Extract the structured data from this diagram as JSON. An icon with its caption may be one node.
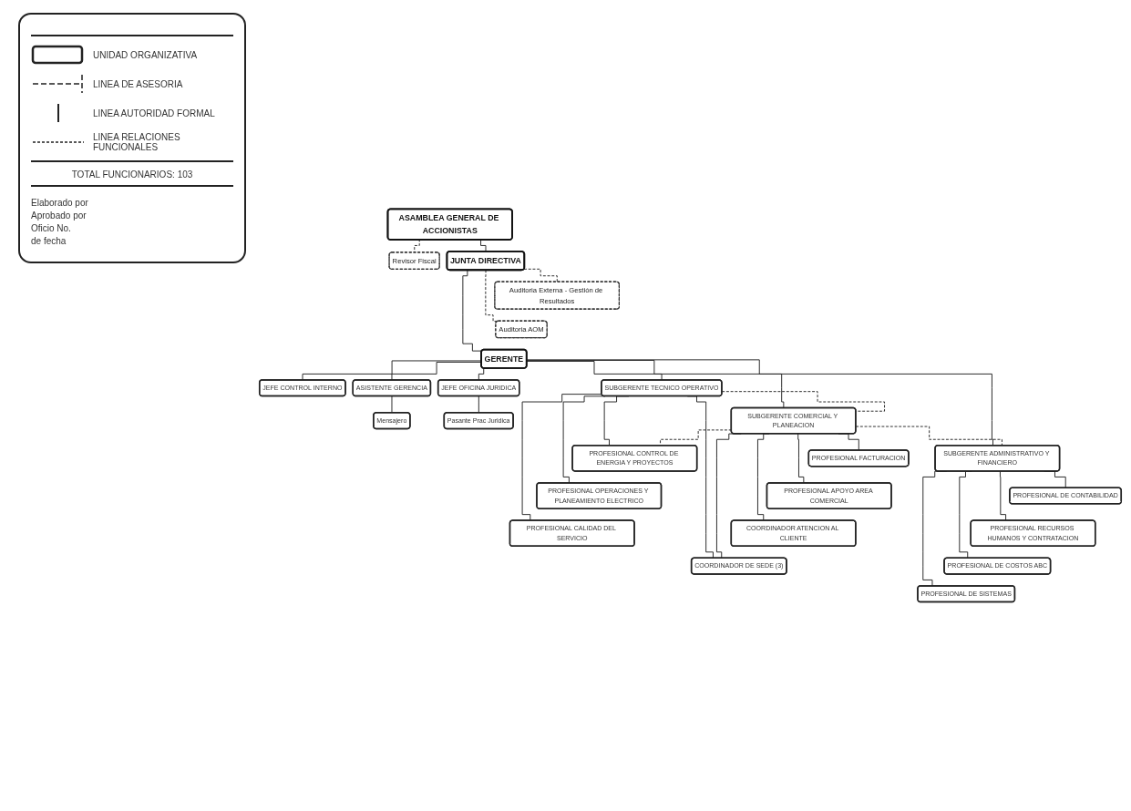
{
  "diagram": {
    "nodes": [
      {
        "text": [
          "ASAMBLEA GENERAL DE ACCIONISTAS"
        ]
      },
      {
        "text": [
          "Revisor Fiscal"
        ]
      },
      {
        "text": [
          "JUNTA DIRECTIVA"
        ]
      },
      {
        "text": [
          "Auditoria Externa - Gestión de Resultados"
        ]
      },
      {
        "text": [
          "Auditoria AOM"
        ]
      },
      {
        "text": [
          "GERENTE"
        ]
      },
      {
        "text": [
          "JEFE CONTROL INTERNO"
        ]
      },
      {
        "text": [
          "JEFE OFICINA JURIDICA"
        ]
      },
      {
        "text": [
          "ASISTENTE GERENCIA"
        ]
      },
      {
        "text": [
          "Mensajero"
        ]
      },
      {
        "text": [
          "Pasante Prac Juridica"
        ]
      },
      {
        "text": [
          "SUBGERENTE TECNICO OPERATIVO"
        ]
      },
      {
        "text": [
          "SUBGERENTE COMERCIAL Y PLANEACION"
        ]
      },
      {
        "text": [
          "SUBGERENTE ADMINISTRATIVO Y FINANCIERO"
        ]
      },
      {
        "text": [
          "PROFESIONAL OPERACIONES Y PLANEAMIENTO ELECTRICO"
        ]
      },
      {
        "text": [
          "PROFESIONAL CONTROL DE ENERGIA Y PROYECTOS"
        ]
      },
      {
        "text": [
          "PROFESIONAL CALIDAD DEL SERVICIO"
        ]
      },
      {
        "text": [
          "PROFESIONAL FACTURACION"
        ]
      },
      {
        "text": [
          "PROFESIONAL APOYO AREA COMERCIAL"
        ]
      },
      {
        "text": [
          "COORDINADOR ATENCION AL CLIENTE"
        ]
      },
      {
        "text": [
          "COORDINADOR DE SEDE (3)"
        ]
      },
      {
        "text": [
          "PROFESIONAL DE CONTABILIDAD"
        ]
      },
      {
        "text": [
          "PROFESIONAL RECURSOS HUMANOS Y CONTRATACION"
        ]
      },
      {
        "text": [
          "PROFESIONAL DE COSTOS ABC"
        ]
      },
      {
        "text": [
          "PROFESIONAL DE SISTEMAS"
        ]
      }
    ],
    "edges": [
      {
        "from": 0,
        "to": 2,
        "arrow": "none"
      },
      {
        "from": 0,
        "to": 1,
        "arrow": "none",
        "style": "dashed"
      },
      {
        "from": 2,
        "to": 5,
        "arrow": "none"
      },
      {
        "from": 2,
        "to": 3,
        "arrow": "none",
        "style": "dashed"
      },
      {
        "from": 2,
        "to": 4,
        "arrow": "none",
        "style": "dashed"
      },
      {
        "from": 5,
        "to": 6,
        "arrow": "none"
      },
      {
        "from": 5,
        "to": 7,
        "arrow": "none"
      },
      {
        "from": 5,
        "to": 8,
        "arrow": "none"
      },
      {
        "from": 8,
        "to": 9,
        "arrow": "none"
      },
      {
        "from": 7,
        "to": 10,
        "arrow": "none"
      },
      {
        "from": 5,
        "to": 11,
        "arrow": "none"
      },
      {
        "from": 5,
        "to": 12,
        "arrow": "none"
      },
      {
        "from": 5,
        "to": 13,
        "arrow": "none"
      },
      {
        "from": 11,
        "to": 12,
        "arrow": "none",
        "style": "dashed"
      },
      {
        "from": 12,
        "to": 13,
        "arrow": "none",
        "style": "dashed"
      },
      {
        "from": 11,
        "to": 14,
        "arrow": "none"
      },
      {
        "from": 11,
        "to": 15,
        "arrow": "none"
      },
      {
        "from": 11,
        "to": 16,
        "arrow": "none"
      },
      {
        "from": 11,
        "to": 20,
        "arrow": "none"
      },
      {
        "from": 12,
        "to": 17,
        "arrow": "none"
      },
      {
        "from": 12,
        "to": 18,
        "arrow": "none"
      },
      {
        "from": 12,
        "to": 19,
        "arrow": "none"
      },
      {
        "from": 12,
        "to": 20,
        "arrow": "none"
      },
      {
        "from": 12,
        "to": 15,
        "arrow": "none",
        "style": "dashed"
      },
      {
        "from": 13,
        "to": 21,
        "arrow": "none"
      },
      {
        "from": 13,
        "to": 22,
        "arrow": "none"
      },
      {
        "from": 13,
        "to": 23,
        "arrow": "none"
      },
      {
        "from": 13,
        "to": 24,
        "arrow": "none"
      }
    ],
    "labels": [
      "TOTAL FUNCIONARIOS: 103",
      "Elaborado por",
      "Aprobado por",
      "Oficio No.",
      "de fecha"
    ],
    "legend": [
      {
        "text": "UNIDAD ORGANIZATIVA"
      },
      {
        "text": "LINEA DE ASESORIA"
      },
      {
        "text": "LINEA AUTORIDAD FORMAL"
      },
      {
        "text": "LINEA RELACIONES FUNCIONALES"
      }
    ]
  }
}
